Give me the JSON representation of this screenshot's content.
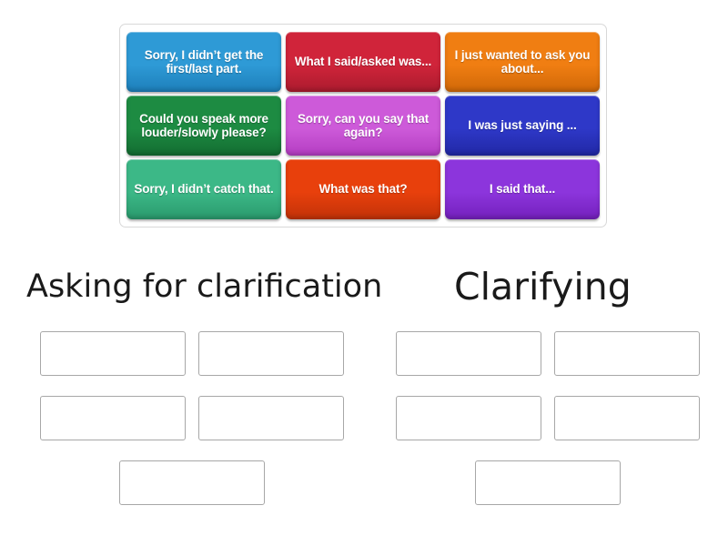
{
  "activity": {
    "type": "group-sort",
    "tray_label": "answer-tiles"
  },
  "tiles": [
    {
      "id": "tile-1",
      "text": "Sorry, I didn’t get the first/last part.",
      "color": "#2e9ad6",
      "color_dark": "#1d7fba"
    },
    {
      "id": "tile-2",
      "text": "What I said/asked was...",
      "color": "#d0243a",
      "color_dark": "#ab1b2e"
    },
    {
      "id": "tile-3",
      "text": "I just wanted to ask you about...",
      "color": "#f07e12",
      "color_dark": "#d06808"
    },
    {
      "id": "tile-4",
      "text": "Could you speak more louder/slowly please?",
      "color": "#1d8b42",
      "color_dark": "#136c31"
    },
    {
      "id": "tile-5",
      "text": "Sorry, can you say that again?",
      "color": "#cd5ad9",
      "color_dark": "#b43dc2"
    },
    {
      "id": "tile-6",
      "text": "I was just saying ...",
      "color": "#2e38c8",
      "color_dark": "#2128a5"
    },
    {
      "id": "tile-7",
      "text": "Sorry, I didn’t catch that.",
      "color": "#3cb887",
      "color_dark": "#2a9a6d"
    },
    {
      "id": "tile-8",
      "text": "What was that?",
      "color": "#e8400c",
      "color_dark": "#c23208"
    },
    {
      "id": "tile-9",
      "text": "I said that...",
      "color": "#8c35dc",
      "color_dark": "#7420bd"
    }
  ],
  "categories": [
    {
      "id": "category-asking",
      "title": "Asking for clarification",
      "slots": [
        "",
        "",
        "",
        "",
        ""
      ]
    },
    {
      "id": "category-clarifying",
      "title": "Clarifying",
      "slots": [
        "",
        "",
        "",
        "",
        ""
      ]
    }
  ],
  "colors": {
    "page_background": "#ffffff",
    "tray_border": "#d8d8d8",
    "slot_border": "#a7a7a7",
    "heading_text": "#1a1a1a",
    "tile_text": "#ffffff"
  }
}
